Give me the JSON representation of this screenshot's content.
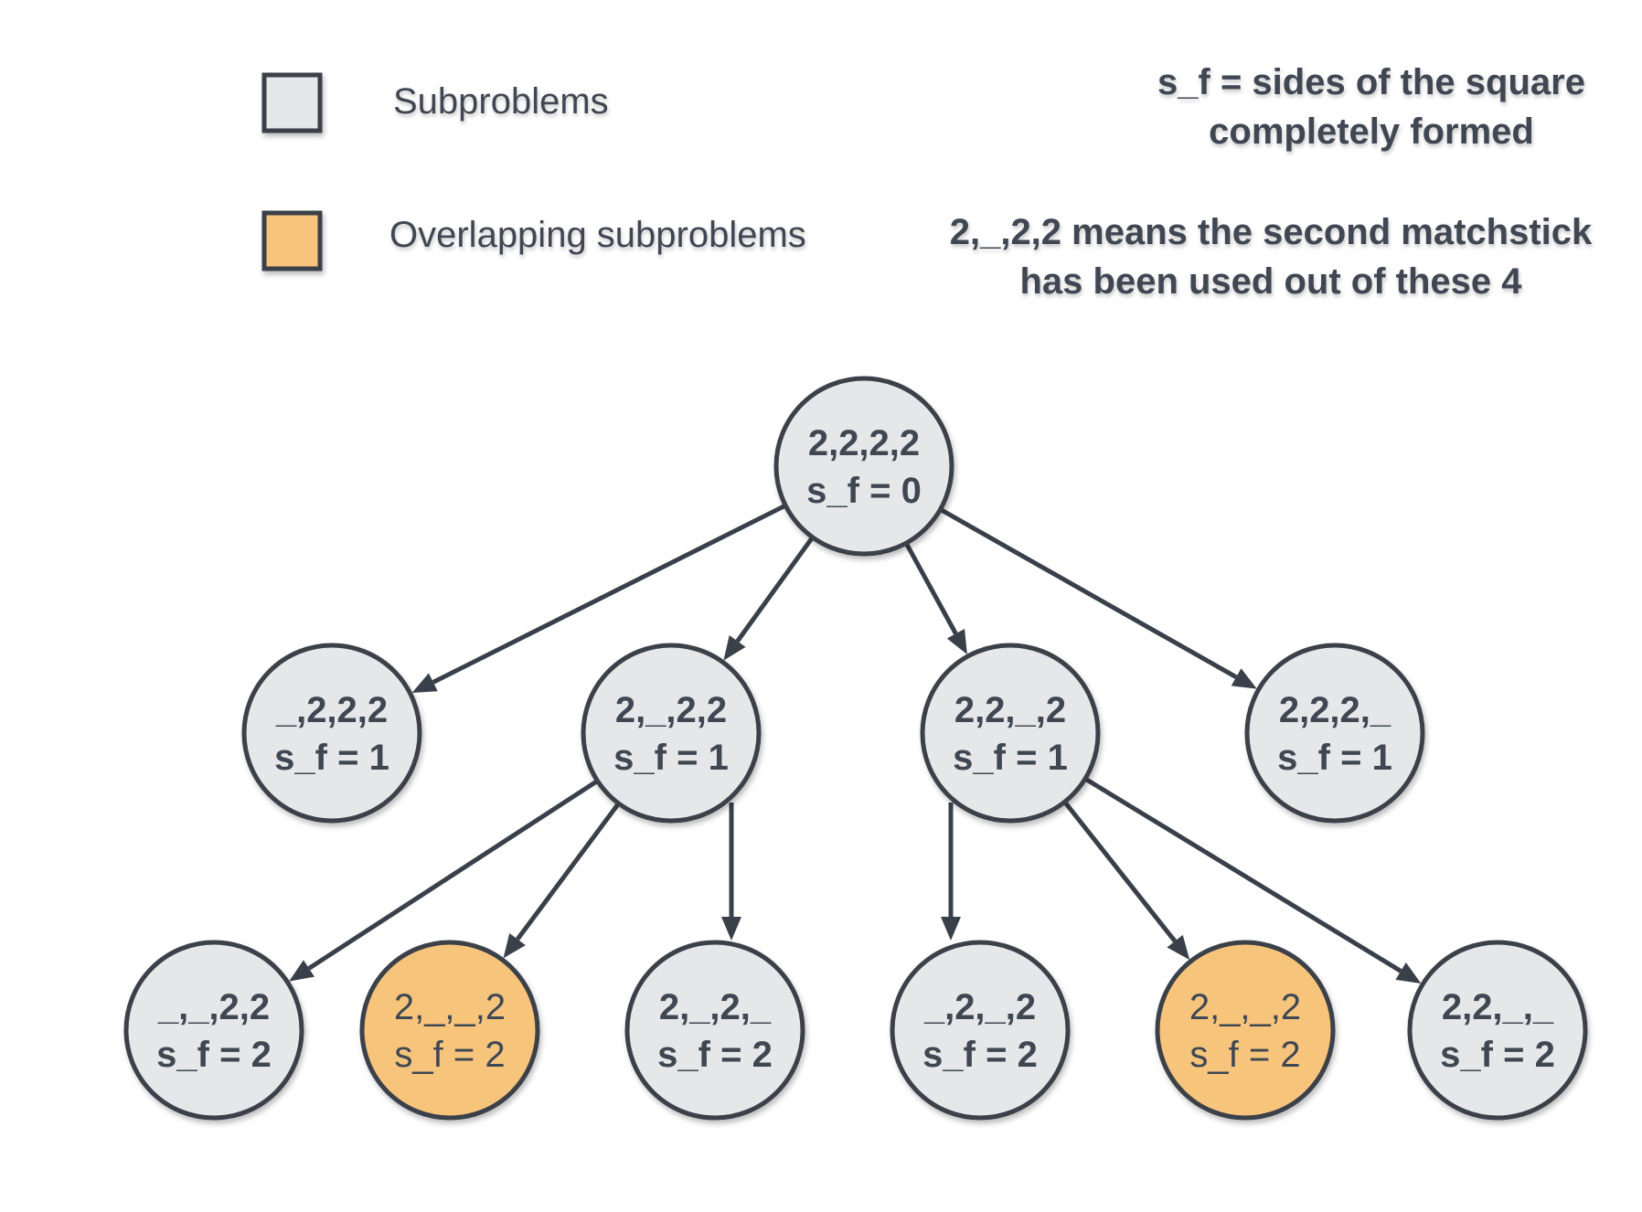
{
  "legend": {
    "items": [
      {
        "label": "Subproblems",
        "fill": "#e6e7e9"
      },
      {
        "label": "Overlapping subproblems",
        "fill": "#f7c47c"
      }
    ]
  },
  "notes": [
    {
      "lines": [
        "s_f = sides of the square",
        "completely formed"
      ]
    },
    {
      "lines": [
        "2,_,2,2 means the second matchstick",
        "has been used out of these 4"
      ]
    }
  ],
  "colors": {
    "subproblem": "#e6e7e9",
    "overlapping": "#f7c47c",
    "stroke": "#3a404a",
    "text": "#3f4752"
  },
  "tree": {
    "nodes": [
      {
        "id": "root",
        "state": "2,2,2,2",
        "sf": "s_f = 0",
        "overlapping": false
      },
      {
        "id": "l1a",
        "state": "_,2,2,2",
        "sf": "s_f = 1",
        "overlapping": false
      },
      {
        "id": "l1b",
        "state": "2,_,2,2",
        "sf": "s_f = 1",
        "overlapping": false
      },
      {
        "id": "l1c",
        "state": "2,2,_,2",
        "sf": "s_f = 1",
        "overlapping": false
      },
      {
        "id": "l1d",
        "state": "2,2,2,_",
        "sf": "s_f = 1",
        "overlapping": false
      },
      {
        "id": "l2a",
        "state": "_,_,2,2",
        "sf": "s_f = 2",
        "overlapping": false
      },
      {
        "id": "l2b",
        "state": "2,_,_,2",
        "sf": "s_f = 2",
        "overlapping": true
      },
      {
        "id": "l2c",
        "state": "2,_,2,_",
        "sf": "s_f = 2",
        "overlapping": false
      },
      {
        "id": "l2d",
        "state": "_,2,_,2",
        "sf": "s_f = 2",
        "overlapping": false
      },
      {
        "id": "l2e",
        "state": "2,_,_,2",
        "sf": "s_f = 2",
        "overlapping": true
      },
      {
        "id": "l2f",
        "state": "2,2,_,_",
        "sf": "s_f = 2",
        "overlapping": false
      }
    ],
    "edges": [
      {
        "from": "root",
        "to": "l1a"
      },
      {
        "from": "root",
        "to": "l1b"
      },
      {
        "from": "root",
        "to": "l1c"
      },
      {
        "from": "root",
        "to": "l1d"
      },
      {
        "from": "l1b",
        "to": "l2a"
      },
      {
        "from": "l1b",
        "to": "l2b"
      },
      {
        "from": "l1b",
        "to": "l2c"
      },
      {
        "from": "l1c",
        "to": "l2d"
      },
      {
        "from": "l1c",
        "to": "l2e"
      },
      {
        "from": "l1c",
        "to": "l2f"
      }
    ]
  }
}
